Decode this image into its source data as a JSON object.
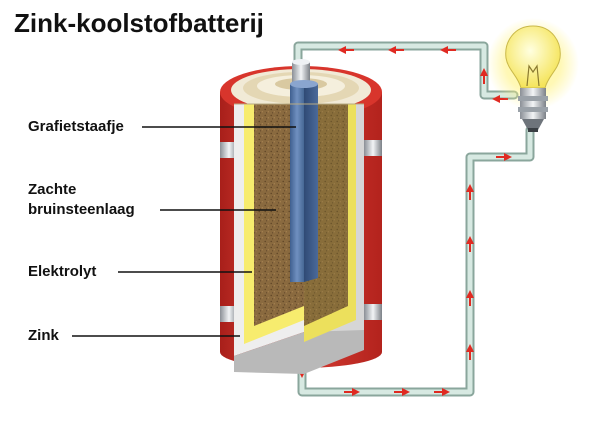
{
  "title": "Zink-koolstofbatterij",
  "labels": {
    "graphite_rod": "Grafietstaafje",
    "manganese_line1": "Zachte",
    "manganese_line2": "bruinsteenlaag",
    "electrolyte": "Elektrolyt",
    "zinc": "Zink"
  },
  "colors": {
    "zinc_casing": "#d8352c",
    "electrolyte": "#f7ec6e",
    "manganese_paste": "#8a6a3f",
    "graphite_rod": "#5f7fae",
    "wire": "#cfe3dc",
    "arrow": "#e02a22",
    "bulb_glow": "#fff57a"
  },
  "icons": [
    "light-bulb-icon",
    "current-arrow-icon"
  ]
}
